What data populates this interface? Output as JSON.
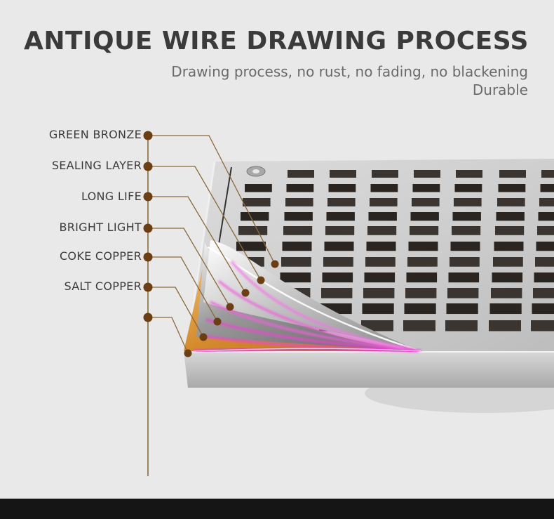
{
  "header": {
    "title": "ANTIQUE WIRE DRAWING PROCESS",
    "subtitle_line1": "Drawing process, no rust, no fading, no blackening",
    "subtitle_line2": "Durable"
  },
  "layers": [
    {
      "label": "GREEN BRONZE"
    },
    {
      "label": "SEALING LAYER"
    },
    {
      "label": "LONG LIFE"
    },
    {
      "label": "BRIGHT LIGHT"
    },
    {
      "label": "COKE COPPER"
    },
    {
      "label": "SALT COPPER"
    },
    {
      "label": ""
    }
  ],
  "colors": {
    "background": "#e9e9e9",
    "title": "#3a3a3a",
    "leader_dot": "#6b3e14",
    "leader_line": "#8a6a3a",
    "copper": "#d99a3c",
    "magenta": "#e040c8",
    "steel": "#c9c9c9",
    "footer": "#151515"
  }
}
